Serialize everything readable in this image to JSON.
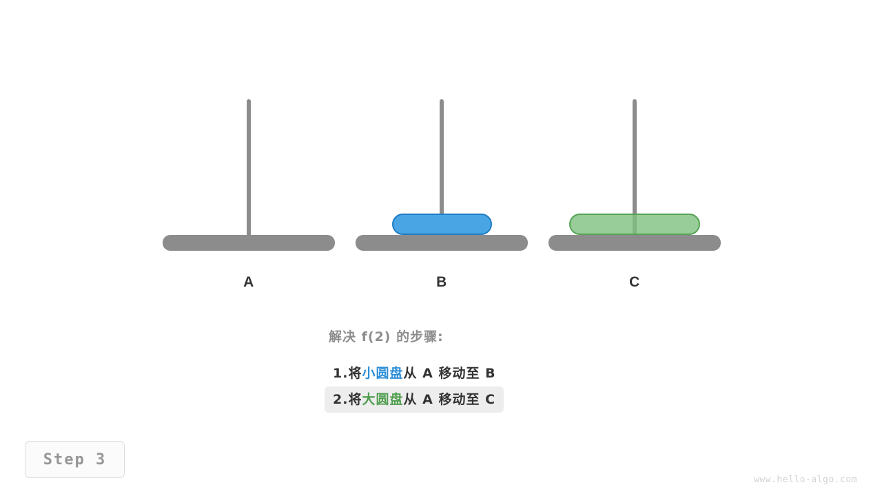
{
  "diagram": {
    "type": "tower-of-hanoi",
    "towers": [
      {
        "label": "A",
        "disks": []
      },
      {
        "label": "B",
        "disks": [
          {
            "size": "small",
            "color": "#4aa5e5"
          }
        ]
      },
      {
        "label": "C",
        "disks": [
          {
            "size": "large",
            "color": "#7ebf7e"
          }
        ]
      }
    ]
  },
  "steps": {
    "title": "解决 f(2) 的步骤:",
    "lines": [
      {
        "index": "1.",
        "verb": "将",
        "disk": "小圆盘",
        "from_word": "从",
        "source": "A",
        "move_word": "移动至",
        "target": "B",
        "highlighted": false
      },
      {
        "index": "2.",
        "verb": "将",
        "disk": "大圆盘",
        "from_word": "从",
        "source": "A",
        "move_word": "移动至",
        "target": "C",
        "highlighted": true
      }
    ]
  },
  "badge": {
    "label": "Step 3"
  },
  "watermark": {
    "text": "www.hello-algo.com"
  },
  "colors": {
    "pole": "#8c8c8c",
    "base": "#8c8c8c",
    "small_disk_fill": "#4aa5e5",
    "small_disk_stroke": "#1f7dc4",
    "large_disk_fill": "#7ebf7e",
    "large_disk_stroke": "#56a356",
    "title_text": "#8e8e8e",
    "body_text": "#333333",
    "highlight_bg": "#ededed"
  }
}
